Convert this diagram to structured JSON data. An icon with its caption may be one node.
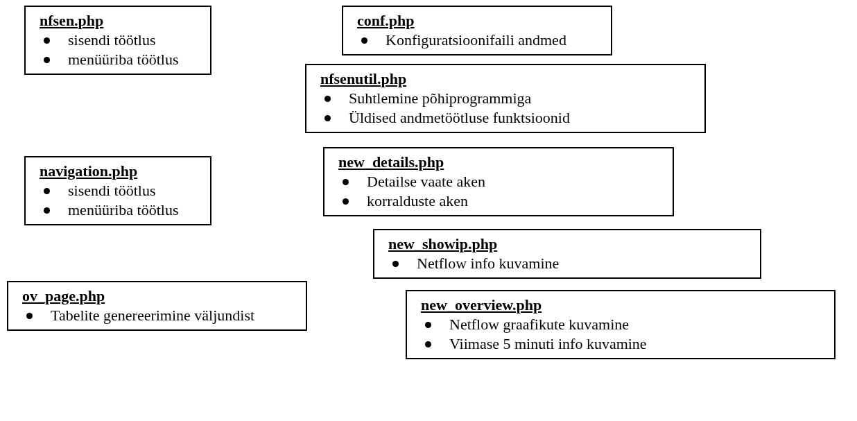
{
  "diagram": {
    "nodes": [
      {
        "text": [
          "nfsen.php",
          "sisendi töötlus",
          "menüüriba töötlus"
        ]
      },
      {
        "text": [
          "conf.php",
          "Konfiguratsioonifaili andmed"
        ]
      },
      {
        "text": [
          "nfsenutil.php",
          "Suhtlemine põhiprogrammiga",
          "Üldised andmetöötluse funktsioonid"
        ]
      },
      {
        "text": [
          "navigation.php",
          "sisendi töötlus",
          "menüüriba töötlus"
        ]
      },
      {
        "text": [
          "new_details.php",
          "Detailse vaate aken",
          "korralduste aken"
        ]
      },
      {
        "text": [
          "new_showip.php",
          "Netflow info kuvamine"
        ]
      },
      {
        "text": [
          "ov_page.php",
          "Tabelite genereerimine väljundist"
        ]
      },
      {
        "text": [
          "new_overview.php",
          "Netflow graafikute kuvamine",
          "Viimase 5 minuti info kuvamine"
        ]
      }
    ]
  }
}
